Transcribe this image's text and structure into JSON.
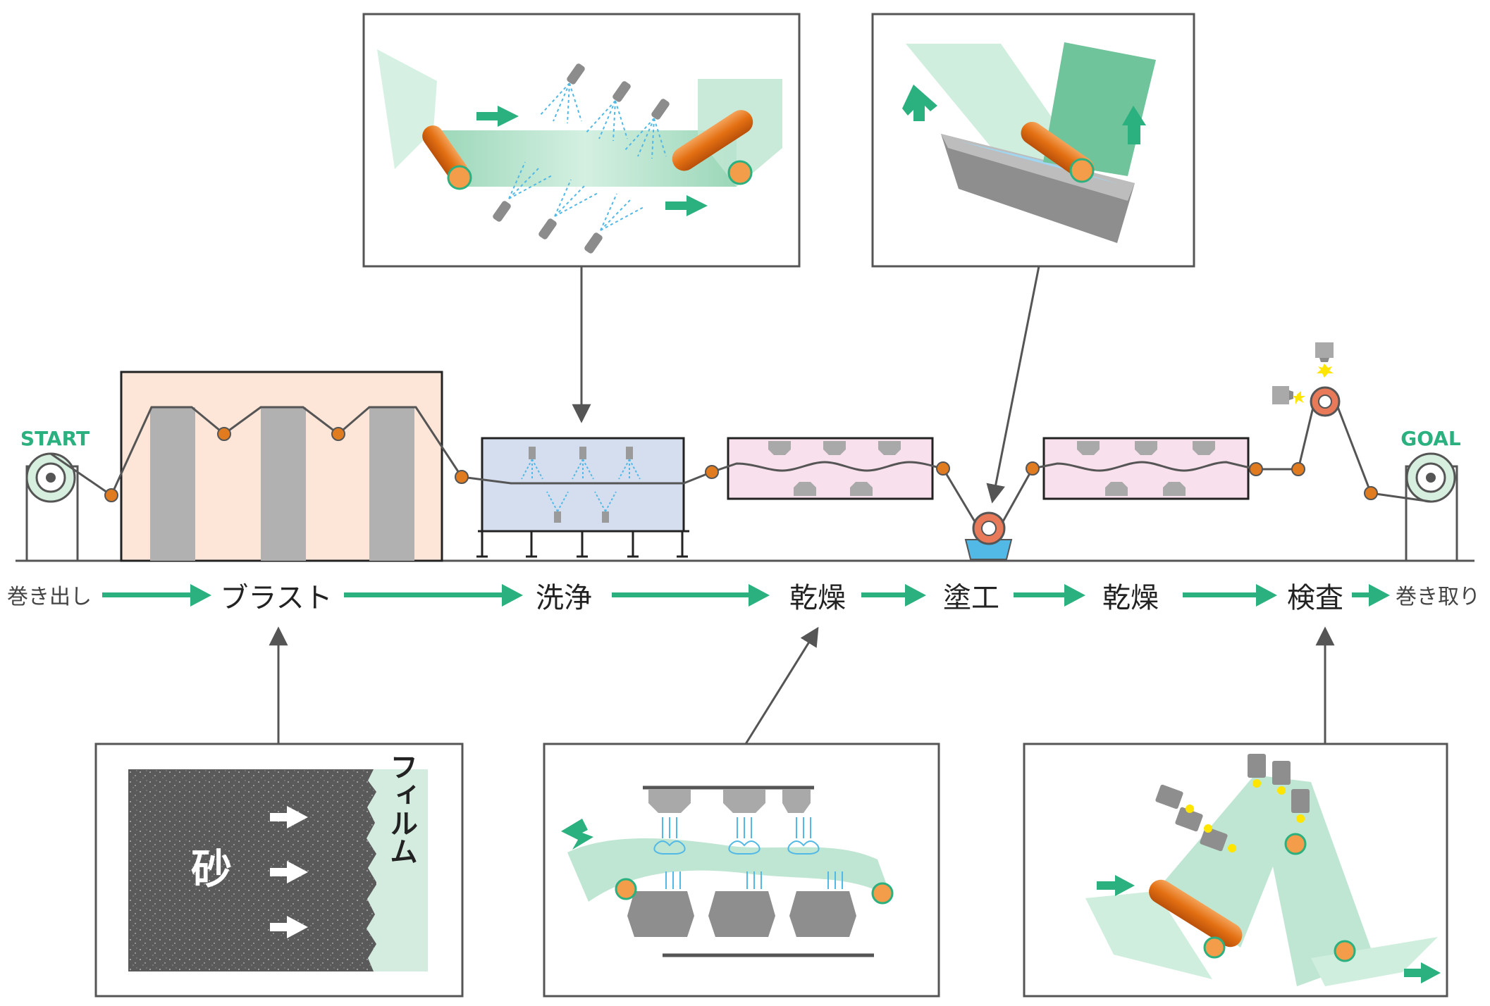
{
  "start_label": "START",
  "goal_label": "GOAL",
  "process": {
    "unwind": "巻き出し",
    "blast": "ブラスト",
    "wash": "洗浄",
    "dry1": "乾燥",
    "coat": "塗工",
    "dry2": "乾燥",
    "inspect": "検査",
    "rewind": "巻き取り"
  },
  "blast_detail": {
    "sand_label": "砂",
    "film_label": "フィルム"
  },
  "colors": {
    "accent_green": "#2bb07f",
    "roller_orange": "#e07b20",
    "blast_box_fill": "#fde6d8",
    "wash_box_fill": "#d5deef",
    "dry_box_fill": "#f8e0ec",
    "film_green": "#bfe6d2",
    "water_blue": "#52b8e6",
    "line_gray": "#555555"
  }
}
